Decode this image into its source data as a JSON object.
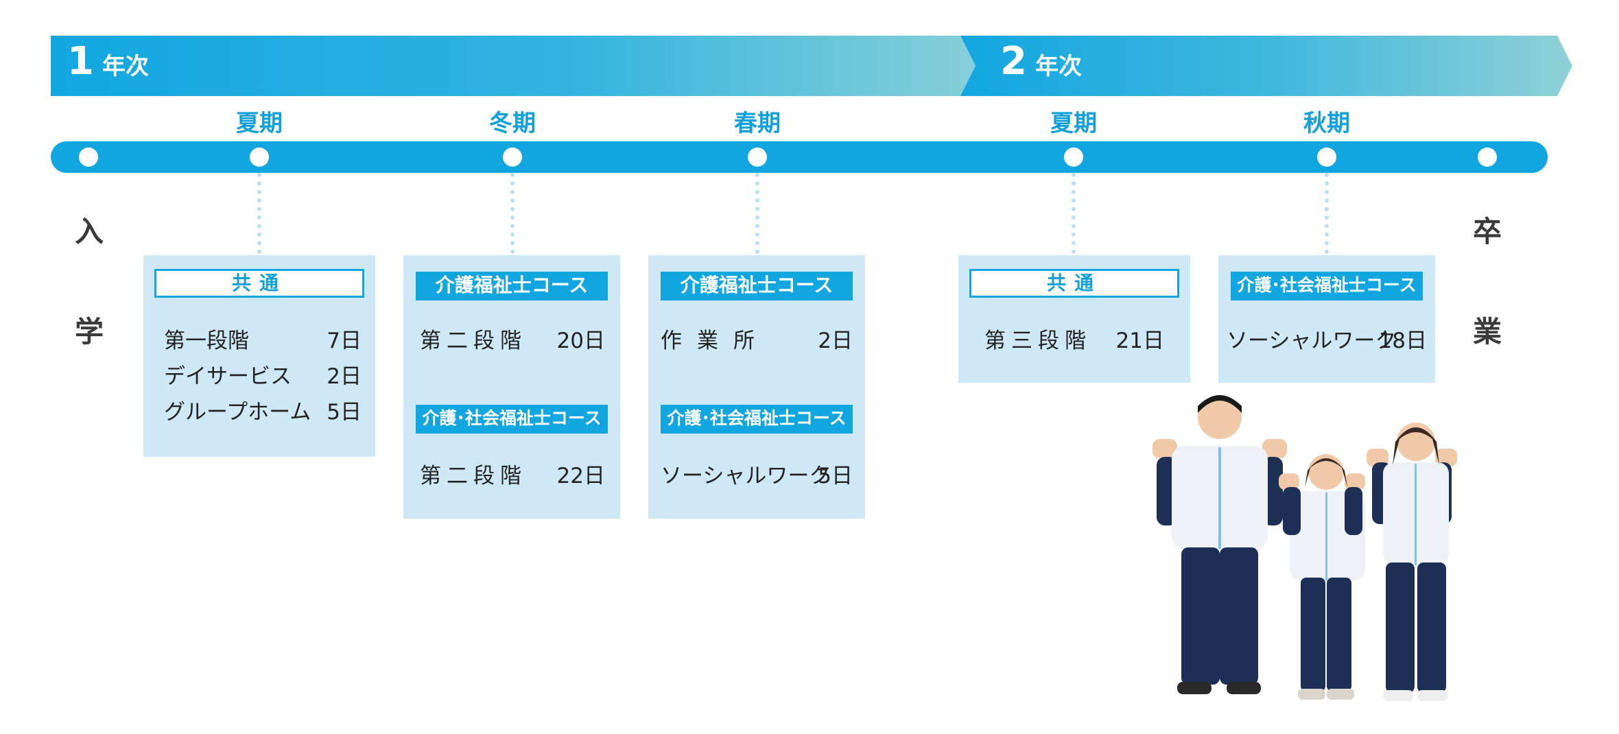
{
  "years": [
    {
      "num": "1",
      "unit": "年次"
    },
    {
      "num": "2",
      "unit": "年次"
    }
  ],
  "seasons": [
    "夏期",
    "冬期",
    "春期",
    "夏期",
    "秋期"
  ],
  "entrance": [
    "入",
    "学"
  ],
  "graduation": [
    "卒",
    "業"
  ],
  "boxes": [
    {
      "sections": [
        {
          "course": "共通",
          "rows": [
            {
              "name": "第一段階",
              "days": "7日"
            },
            {
              "name": "デイサービス",
              "days": "2日"
            },
            {
              "name": "グループホーム",
              "days": "5日"
            }
          ]
        }
      ]
    },
    {
      "sections": [
        {
          "course": "介護福祉士コース",
          "rows": [
            {
              "name": "第二段階",
              "days": "20日"
            }
          ]
        },
        {
          "course": "介護･社会福祉士コース",
          "rows": [
            {
              "name": "第二段階",
              "days": "22日"
            }
          ]
        }
      ]
    },
    {
      "sections": [
        {
          "course": "介護福祉士コース",
          "rows": [
            {
              "name": "作業所",
              "days": "2日"
            }
          ]
        },
        {
          "course": "介護･社会福祉士コース",
          "rows": [
            {
              "name": "ソーシャルワーク",
              "days": "5日"
            }
          ]
        }
      ]
    },
    {
      "sections": [
        {
          "course": "共通",
          "rows": [
            {
              "name": "第三段階",
              "days": "21日"
            }
          ]
        }
      ]
    },
    {
      "sections": [
        {
          "course": "介護･社会福祉士コース",
          "rows": [
            {
              "name": "ソーシャルワーク",
              "days": "18日"
            }
          ]
        }
      ]
    }
  ],
  "colors": {
    "accent": "#12a6e0",
    "box_bg": "#cfe8f5",
    "banner_end": "#8fd1d6"
  },
  "icons": {
    "photo": "students-photo"
  }
}
